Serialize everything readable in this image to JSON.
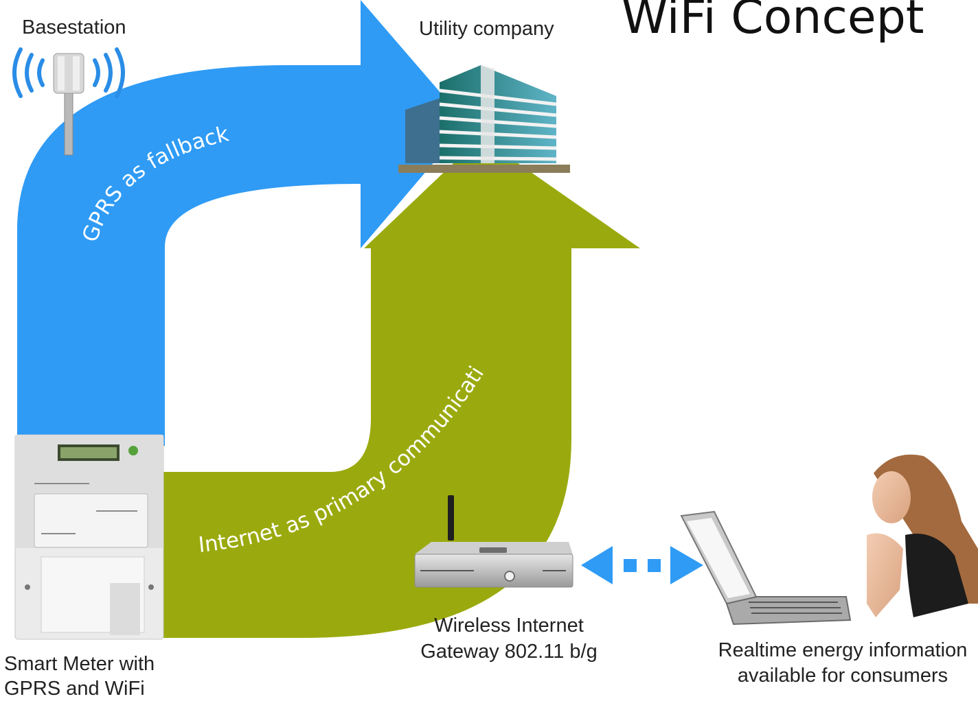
{
  "title": "WiFi Concept",
  "labels": {
    "basestation": "Basestation",
    "utility": "Utility company",
    "gprs_arrow": "GPRS as fallback",
    "internet_arrow": "Internet as primary communication",
    "meter_line1": "Smart Meter with",
    "meter_line2": "GPRS and WiFi",
    "gateway_line1": "Wireless Internet",
    "gateway_line2": "Gateway 802.11 b/g",
    "consumer_line1": "Realtime energy information",
    "consumer_line2": "available for consumers"
  },
  "colors": {
    "gprs_arrow": "#2f9bf5",
    "internet_arrow": "#9aaa0e",
    "wifi_link": "#2f9bf5"
  },
  "icons": [
    "cell-tower-icon",
    "office-building-icon",
    "smart-meter-icon",
    "wireless-router-icon",
    "laptop-icon",
    "person-icon",
    "double-arrow-icon"
  ]
}
